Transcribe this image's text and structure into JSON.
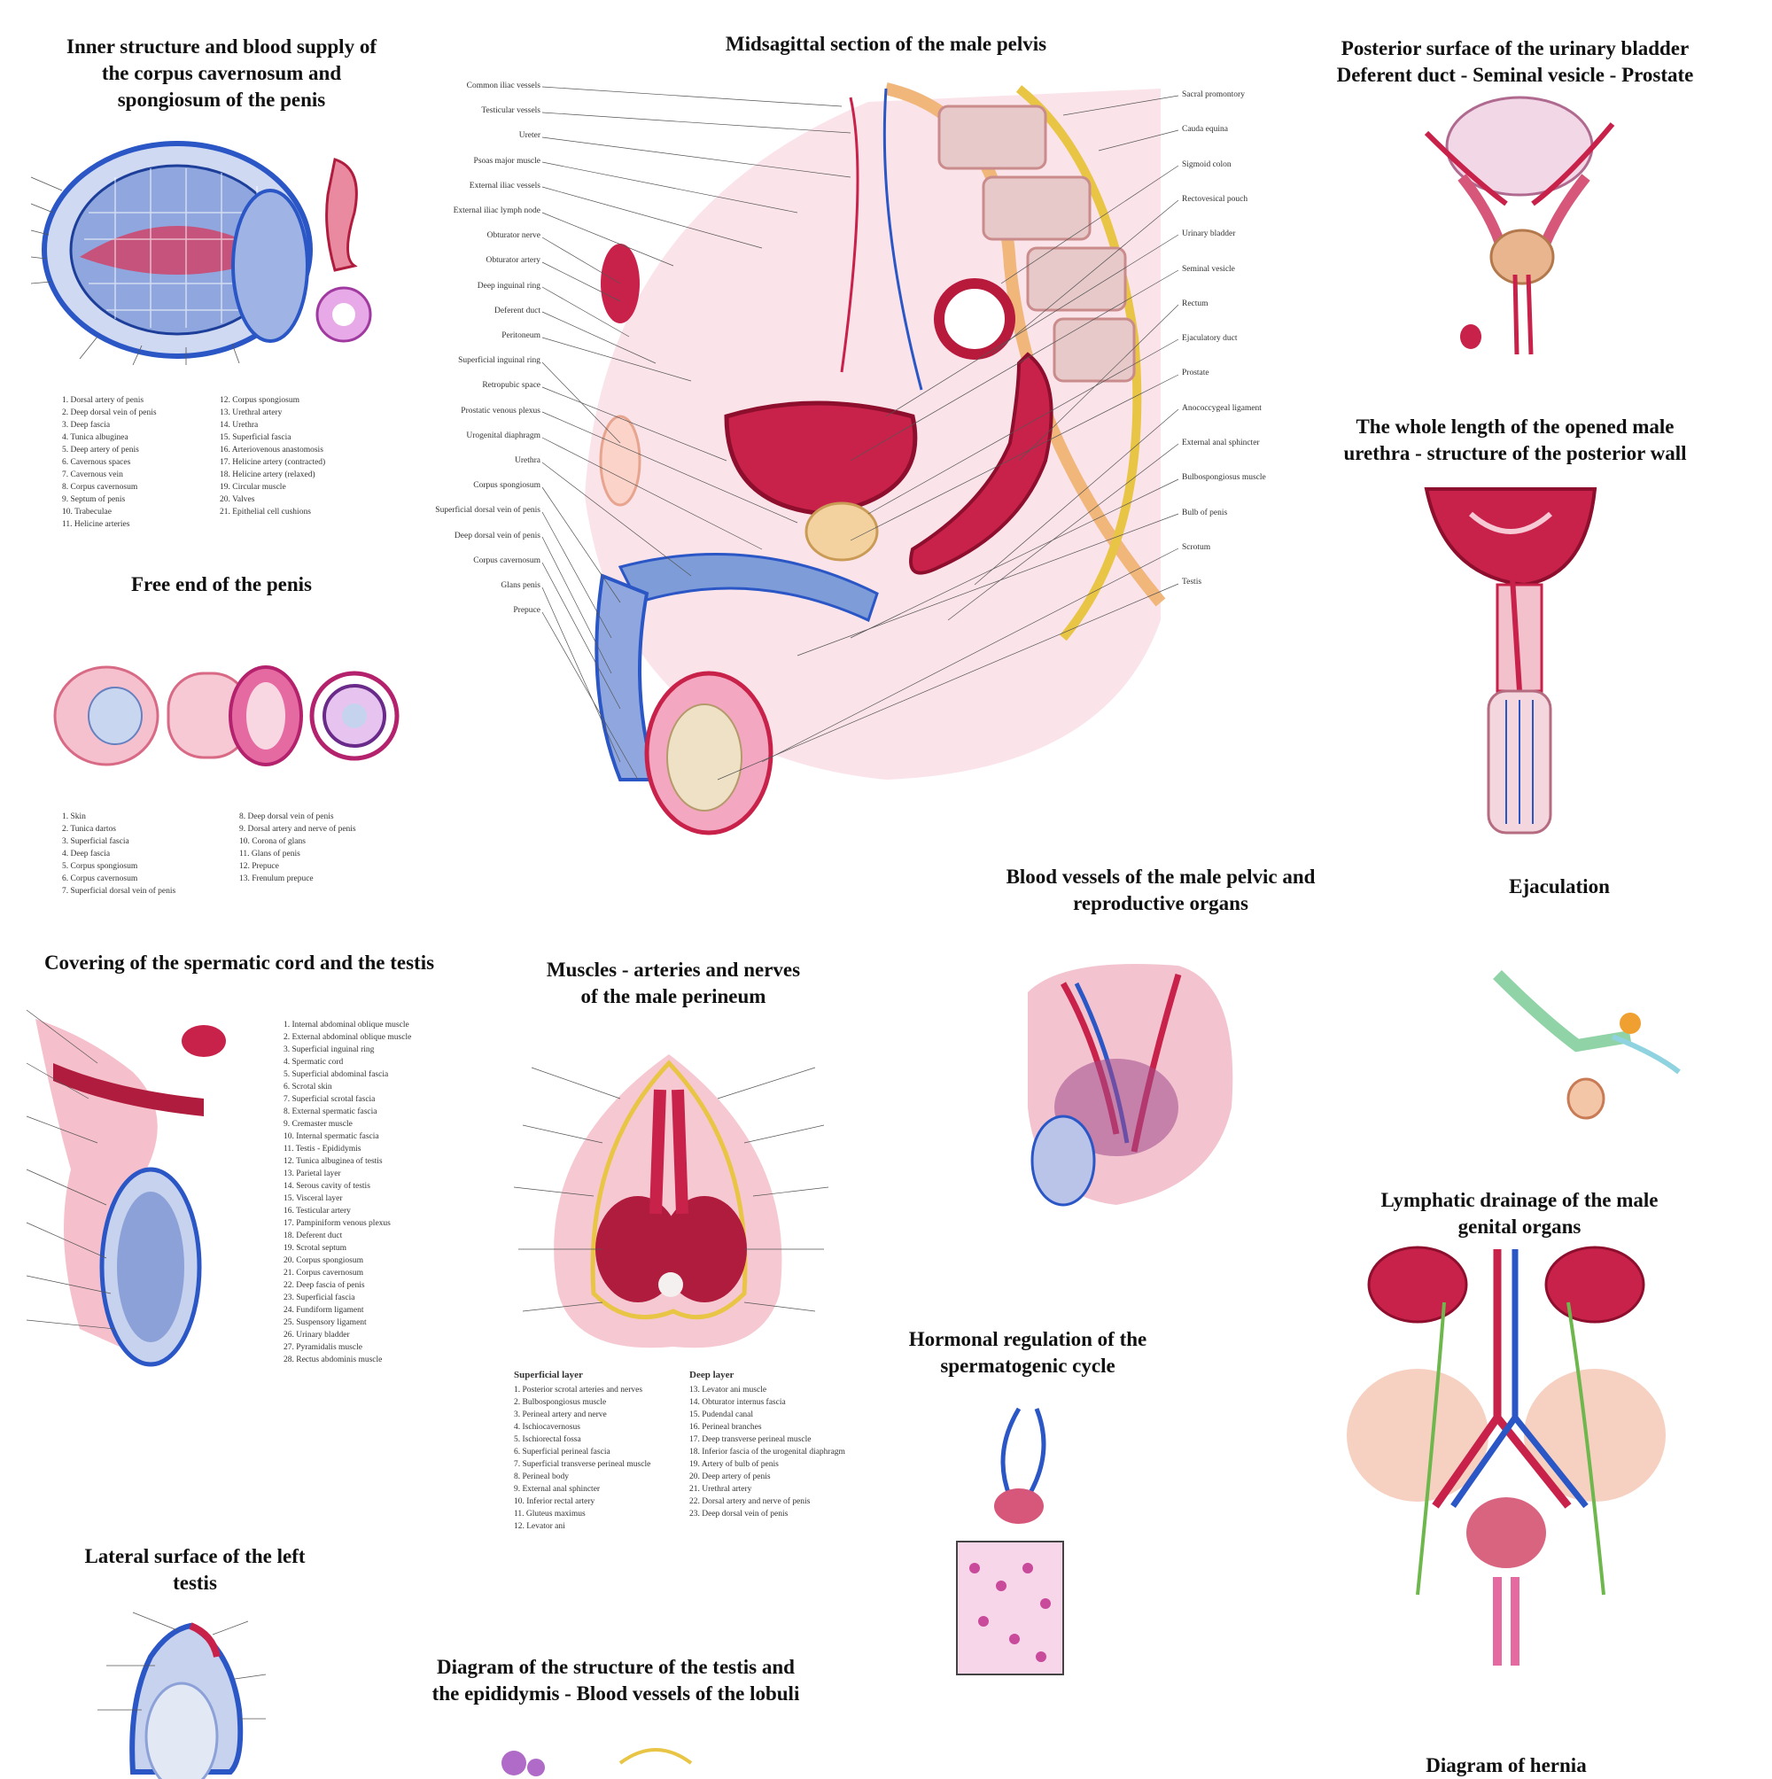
{
  "colors": {
    "artery": "#c8102e",
    "tissue": "#f4a6b6",
    "vein": "#2a56c6",
    "nerve": "#e9c545",
    "bone": "#e9d3c3",
    "bg": "#ffffff"
  },
  "panels": {
    "corpus": {
      "title": [
        "Inner structure and blood supply of",
        "the corpus cavernosum and",
        "spongiosum of the penis"
      ]
    },
    "freeend": {
      "title": [
        "Free end of the penis"
      ]
    },
    "midsagittal": {
      "title": [
        "Midsagittal section of the male pelvis"
      ],
      "labels_left": [
        "Common iliac vessels",
        "Testicular vessels",
        "Ureter",
        "Psoas major muscle",
        "External iliac vessels",
        "External iliac lymph node",
        "Obturator nerve",
        "Obturator artery",
        "Deep inguinal ring",
        "Deferent duct",
        "Peritoneum",
        "Superficial inguinal ring",
        "Retropubic space",
        "Prostatic venous plexus",
        "Urogenital diaphragm",
        "Urethra",
        "Corpus spongiosum",
        "Superficial dorsal vein of penis",
        "Deep dorsal vein of penis",
        "Corpus cavernosum",
        "Glans penis",
        "Prepuce"
      ],
      "labels_right": [
        "Sacral promontory",
        "Cauda equina",
        "Sigmoid colon",
        "Rectovesical pouch",
        "Urinary bladder",
        "Seminal vesicle",
        "Rectum",
        "Ejaculatory duct",
        "Prostate",
        "Anococcygeal ligament",
        "External anal sphincter",
        "Bulbospongiosus muscle",
        "Bulb of penis",
        "Scrotum",
        "Testis"
      ]
    },
    "bladder": {
      "title": [
        "Posterior surface of the urinary bladder",
        "Deferent duct - Seminal vesicle - Prostate"
      ]
    },
    "urethra": {
      "title": [
        "The whole length of the opened male",
        "urethra - structure of the posterior wall"
      ]
    },
    "bloodvessels": {
      "title": [
        "Blood vessels of the male pelvic and",
        "reproductive organs"
      ]
    },
    "ejaculation": {
      "title": [
        "Ejaculation"
      ]
    },
    "covering": {
      "title": [
        "Covering of the spermatic cord and the testis"
      ]
    },
    "perineum": {
      "title": [
        "Muscles - arteries and nerves",
        "of the male perineum"
      ]
    },
    "lymphatic": {
      "title": [
        "Lymphatic drainage of the male",
        "genital organs"
      ]
    },
    "hormonal": {
      "title": [
        "Hormonal regulation of the",
        "spermatogenic cycle"
      ]
    },
    "lateral": {
      "title": [
        "Lateral surface of the left",
        "testis"
      ]
    },
    "diagram": {
      "title": [
        "Diagram of the structure of the testis and",
        "the epididymis - Blood vessels of the lobuli"
      ]
    },
    "hernia": {
      "title": [
        "Diagram of hernia"
      ]
    }
  }
}
